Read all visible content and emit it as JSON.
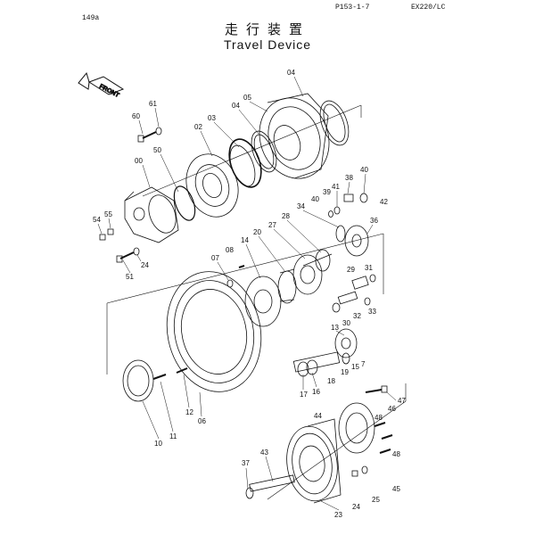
{
  "header": {
    "page_code": "149a",
    "page_ref": "P153-1-7",
    "model": "EX220/LC",
    "title_jp": "走行装置",
    "title_en": "Travel Device"
  },
  "front_arrow": "FRONT",
  "part_numbers": [
    "00",
    "02",
    "03",
    "04",
    "05",
    "06",
    "07",
    "08",
    "10",
    "11",
    "12",
    "13",
    "14",
    "15",
    "16",
    "17",
    "18",
    "19",
    "20",
    "23",
    "24",
    "25",
    "27",
    "28",
    "29",
    "30",
    "31",
    "32",
    "33",
    "34",
    "36",
    "37",
    "38",
    "39",
    "40",
    "41",
    "42",
    "43",
    "44",
    "45",
    "46",
    "47",
    "48",
    "50",
    "51",
    "54",
    "55",
    "60",
    "61"
  ],
  "callouts": {
    "p04a": "04",
    "p05": "05",
    "p04b": "04",
    "p03": "03",
    "p02": "02",
    "p61": "61",
    "p60": "60",
    "p50": "50",
    "p00": "00",
    "p55": "55",
    "p54": "54",
    "p24a": "24",
    "p51": "51",
    "p40a": "40",
    "p38": "38",
    "p41": "41",
    "p39": "39",
    "p40b": "40",
    "p42": "42",
    "p34": "34",
    "p36": "36",
    "p28": "28",
    "p27": "27",
    "p20": "20",
    "p14": "14",
    "p08": "08",
    "p07": "07",
    "p29": "29",
    "p31": "31",
    "p30": "30",
    "p32": "32",
    "p33": "33",
    "p13": "13",
    "p19": "19",
    "p15": "15",
    "p7": "7",
    "p16": "16",
    "p17": "17",
    "p18": "18",
    "p10": "10",
    "p11": "11",
    "p12": "12",
    "p06": "06",
    "p47": "47",
    "p46": "46",
    "p48a": "48",
    "p44": "44",
    "p48b": "48",
    "p37": "37",
    "p43": "43",
    "p25": "25",
    "p45": "45",
    "p24b": "24",
    "p23": "23"
  }
}
